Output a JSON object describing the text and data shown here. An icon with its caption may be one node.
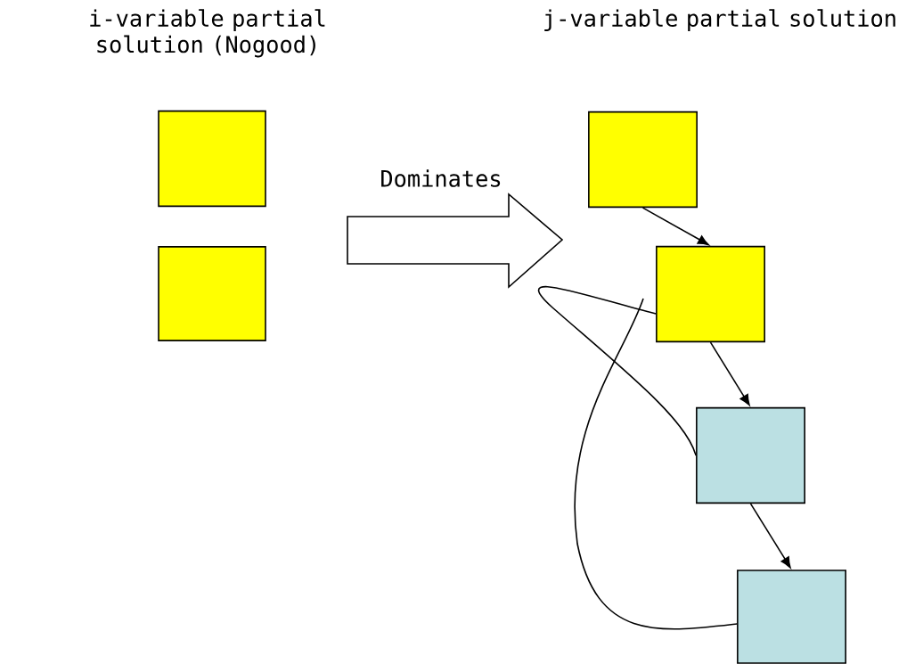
{
  "diagram": {
    "nodes": [
      {
        "text": [],
        "shape": "box"
      },
      {
        "text": [],
        "shape": "box"
      },
      {
        "text": [],
        "shape": "box"
      },
      {
        "text": [],
        "shape": "box"
      },
      {
        "text": [],
        "shape": "box"
      },
      {
        "text": [],
        "shape": "box"
      }
    ],
    "edges": [
      {
        "from": 2,
        "to": 3,
        "arrow": "to"
      },
      {
        "from": 3,
        "to": 4,
        "arrow": "to"
      },
      {
        "from": 4,
        "to": 5,
        "arrow": "to"
      },
      {
        "from": 3,
        "to": 4,
        "arrow": "none"
      },
      {
        "from": 5,
        "to": null,
        "arrow": "none"
      }
    ],
    "labels": [
      "i-variable partial solution (Nogood)",
      "j-variable partial solution",
      "Dominates"
    ]
  }
}
